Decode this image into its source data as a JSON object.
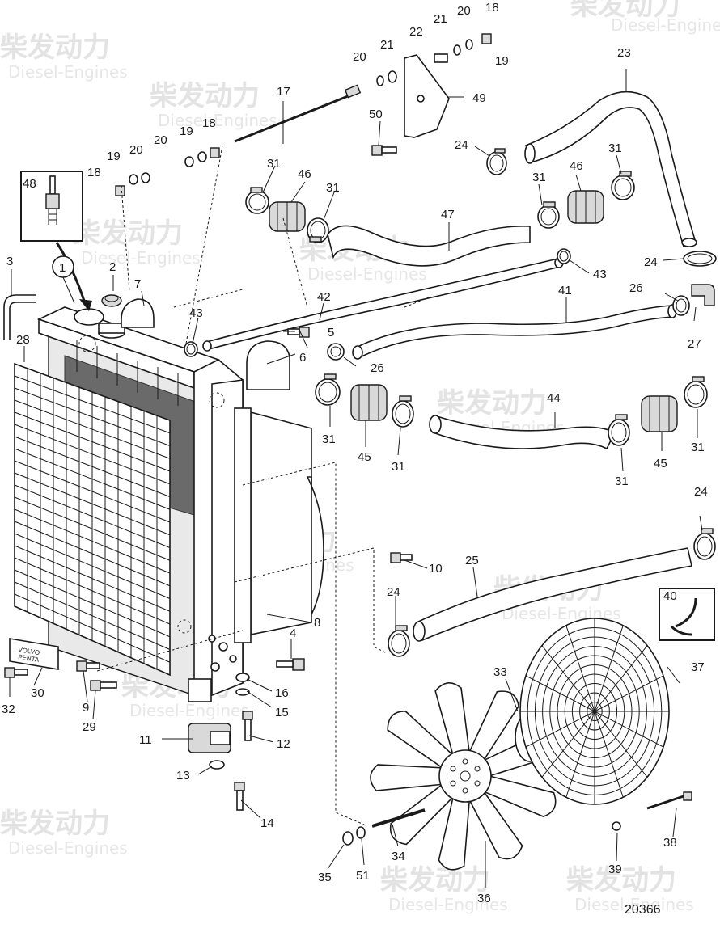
{
  "diagram_number": "20366",
  "watermark": {
    "brand_cn": "柴发动力",
    "brand_en": "Diesel-Engines"
  },
  "nameplate": {
    "line1": "VOLVO",
    "line2": "PENTA"
  },
  "labels": [
    {
      "id": "l1",
      "text": "1"
    },
    {
      "id": "l2",
      "text": "2"
    },
    {
      "id": "l3",
      "text": "3"
    },
    {
      "id": "l4",
      "text": "4"
    },
    {
      "id": "l5",
      "text": "5"
    },
    {
      "id": "l6",
      "text": "6"
    },
    {
      "id": "l7",
      "text": "7"
    },
    {
      "id": "l8",
      "text": "8"
    },
    {
      "id": "l9",
      "text": "9"
    },
    {
      "id": "l10",
      "text": "10"
    },
    {
      "id": "l11",
      "text": "11"
    },
    {
      "id": "l12",
      "text": "12"
    },
    {
      "id": "l13",
      "text": "13"
    },
    {
      "id": "l14",
      "text": "14"
    },
    {
      "id": "l15",
      "text": "15"
    },
    {
      "id": "l16",
      "text": "16"
    },
    {
      "id": "l17",
      "text": "17"
    },
    {
      "id": "l18a",
      "text": "18"
    },
    {
      "id": "l18b",
      "text": "18"
    },
    {
      "id": "l18c",
      "text": "18"
    },
    {
      "id": "l19a",
      "text": "19"
    },
    {
      "id": "l19b",
      "text": "19"
    },
    {
      "id": "l19c",
      "text": "19"
    },
    {
      "id": "l20a",
      "text": "20"
    },
    {
      "id": "l20b",
      "text": "20"
    },
    {
      "id": "l20c",
      "text": "20"
    },
    {
      "id": "l20d",
      "text": "20"
    },
    {
      "id": "l21a",
      "text": "21"
    },
    {
      "id": "l21b",
      "text": "21"
    },
    {
      "id": "l22",
      "text": "22"
    },
    {
      "id": "l23",
      "text": "23"
    },
    {
      "id": "l24a",
      "text": "24"
    },
    {
      "id": "l24b",
      "text": "24"
    },
    {
      "id": "l24c",
      "text": "24"
    },
    {
      "id": "l24d",
      "text": "24"
    },
    {
      "id": "l25",
      "text": "25"
    },
    {
      "id": "l26a",
      "text": "26"
    },
    {
      "id": "l26b",
      "text": "26"
    },
    {
      "id": "l27",
      "text": "27"
    },
    {
      "id": "l28",
      "text": "28"
    },
    {
      "id": "l29",
      "text": "29"
    },
    {
      "id": "l30",
      "text": "30"
    },
    {
      "id": "l31a",
      "text": "31"
    },
    {
      "id": "l31b",
      "text": "31"
    },
    {
      "id": "l31c",
      "text": "31"
    },
    {
      "id": "l31d",
      "text": "31"
    },
    {
      "id": "l31e",
      "text": "31"
    },
    {
      "id": "l31f",
      "text": "31"
    },
    {
      "id": "l31g",
      "text": "31"
    },
    {
      "id": "l31h",
      "text": "31"
    },
    {
      "id": "l31i",
      "text": "31"
    },
    {
      "id": "l32",
      "text": "32"
    },
    {
      "id": "l33",
      "text": "33"
    },
    {
      "id": "l34",
      "text": "34"
    },
    {
      "id": "l35",
      "text": "35"
    },
    {
      "id": "l36",
      "text": "36"
    },
    {
      "id": "l37",
      "text": "37"
    },
    {
      "id": "l38",
      "text": "38"
    },
    {
      "id": "l39",
      "text": "39"
    },
    {
      "id": "l40",
      "text": "40"
    },
    {
      "id": "l41",
      "text": "41"
    },
    {
      "id": "l42",
      "text": "42"
    },
    {
      "id": "l43a",
      "text": "43"
    },
    {
      "id": "l43b",
      "text": "43"
    },
    {
      "id": "l44",
      "text": "44"
    },
    {
      "id": "l45a",
      "text": "45"
    },
    {
      "id": "l45b",
      "text": "45"
    },
    {
      "id": "l46a",
      "text": "46"
    },
    {
      "id": "l46b",
      "text": "46"
    },
    {
      "id": "l47",
      "text": "47"
    },
    {
      "id": "l48",
      "text": "48"
    },
    {
      "id": "l49",
      "text": "49"
    },
    {
      "id": "l50",
      "text": "50"
    },
    {
      "id": "l51",
      "text": "51"
    }
  ]
}
